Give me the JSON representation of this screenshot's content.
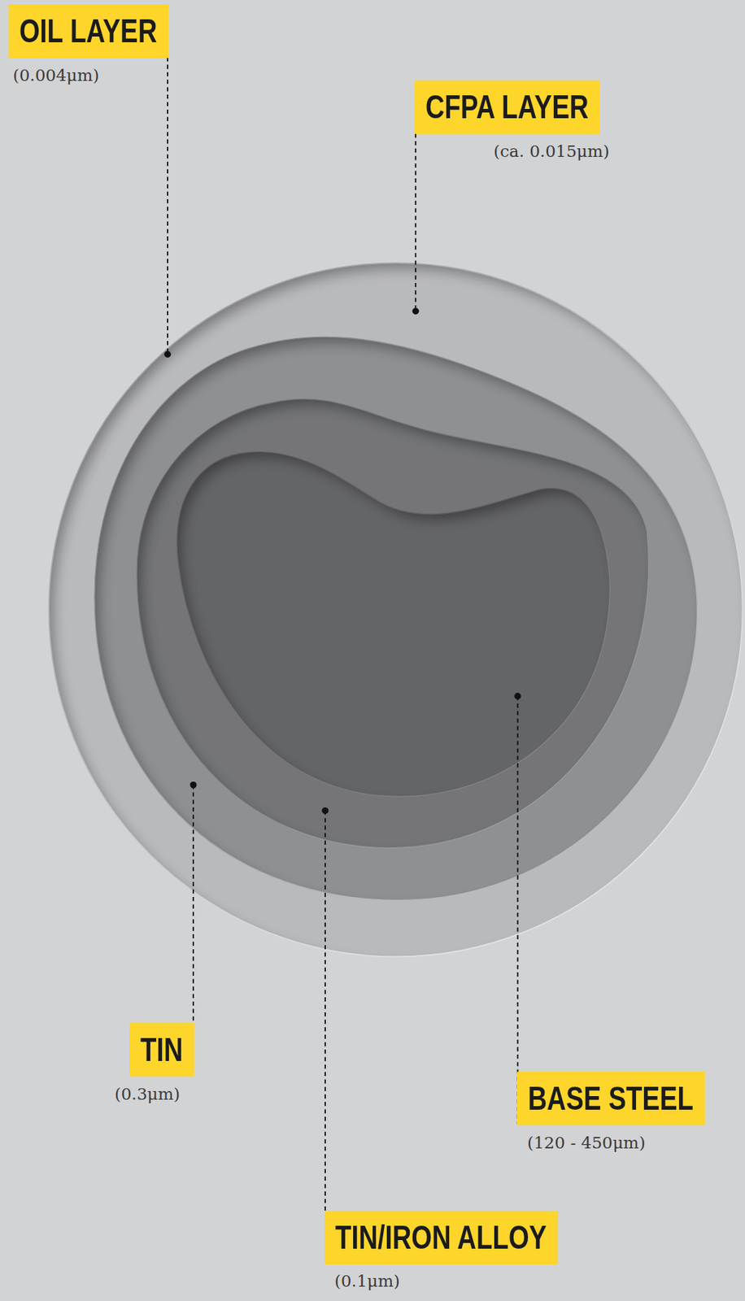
{
  "diagram": {
    "labels": [
      "OIL LAYER",
      "(0.004μm)",
      "CFPA LAYER",
      "(ca. 0.015μm)",
      "TIN",
      "(0.3μm)",
      "BASE STEEL",
      "(120 - 450μm)",
      "TIN/IRON ALLOY",
      "(0.1μm)"
    ]
  }
}
